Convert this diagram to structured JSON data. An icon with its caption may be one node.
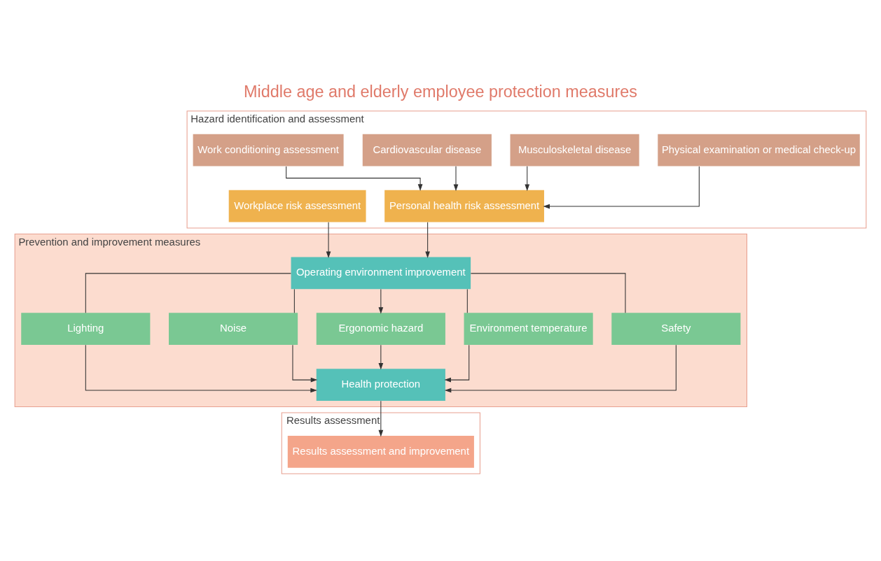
{
  "diagram": {
    "title": "Middle age and elderly employee protection measures",
    "nodes": [
      {
        "text": [
          "Hazard identification and assessment"
        ]
      },
      {
        "text": [
          "Physical examination or medical check-up"
        ],
        "in": 0
      },
      {
        "text": [
          "Musculoskeletal disease"
        ],
        "in": 0
      },
      {
        "text": [
          "Cardiovascular disease"
        ],
        "in": 0
      },
      {
        "text": [
          "Work conditioning assessment"
        ],
        "in": 0
      },
      {
        "text": [
          "Workplace risk assessment"
        ],
        "in": 0
      },
      {
        "text": [
          "Personal health risk assessment"
        ],
        "in": 0
      },
      {
        "text": [
          "Prevention and improvement measures"
        ]
      },
      {
        "text": [
          "Operating environment improvement"
        ],
        "in": 7
      },
      {
        "text": [
          "Lighting"
        ],
        "in": 7
      },
      {
        "text": [
          "Noise"
        ],
        "in": 7
      },
      {
        "text": [
          "Ergonomic hazard"
        ],
        "in": 7
      },
      {
        "text": [
          "Environment temperature"
        ],
        "in": 7
      },
      {
        "text": [
          "Safety"
        ],
        "in": 7
      },
      {
        "text": [
          "Health protection"
        ],
        "in": 7
      },
      {
        "text": [
          "Results assessment"
        ]
      },
      {
        "text": [
          "Results assessment and improvement"
        ],
        "in": 15
      }
    ],
    "edges": [
      {
        "from": 1,
        "to": 6,
        "arrow": "to"
      },
      {
        "from": 2,
        "to": 6,
        "arrow": "to"
      },
      {
        "from": 3,
        "to": 6,
        "arrow": "to"
      },
      {
        "from": 4,
        "to": 6,
        "arrow": "to"
      },
      {
        "from": 5,
        "to": 8,
        "arrow": "to"
      },
      {
        "from": 6,
        "to": 8,
        "arrow": "to"
      },
      {
        "from": 8,
        "to": 9,
        "arrow": "none"
      },
      {
        "from": 8,
        "to": 10,
        "arrow": "none"
      },
      {
        "from": 8,
        "to": 11,
        "arrow": "to"
      },
      {
        "from": 8,
        "to": 12,
        "arrow": "none"
      },
      {
        "from": 8,
        "to": 13,
        "arrow": "none"
      },
      {
        "from": 9,
        "to": 14,
        "arrow": "to"
      },
      {
        "from": 10,
        "to": 14,
        "arrow": "to"
      },
      {
        "from": 11,
        "to": 14,
        "arrow": "to"
      },
      {
        "from": 12,
        "to": 14,
        "arrow": "to"
      },
      {
        "from": 13,
        "to": 14,
        "arrow": "to"
      },
      {
        "from": 14,
        "to": 16,
        "arrow": "to"
      }
    ]
  }
}
